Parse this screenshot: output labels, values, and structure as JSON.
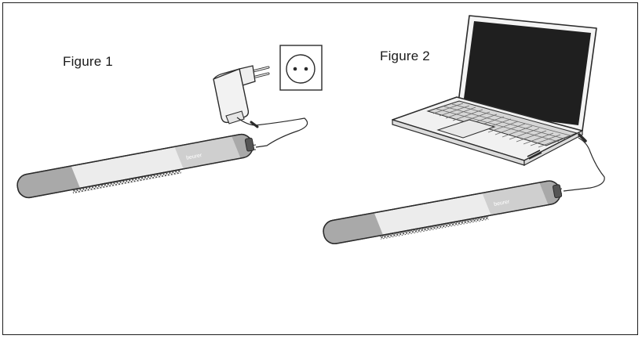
{
  "figure1": {
    "label": "Figure 1",
    "device_brand": "beurer"
  },
  "figure2": {
    "label": "Figure 2",
    "device_brand": "beurer"
  },
  "colors": {
    "outline": "#2a2a2a",
    "device_body": "#ececec",
    "device_band": "#a9a9a9",
    "device_band_light": "#cfcfcf",
    "screen": "#222222",
    "keyboard": "#d9d9d9"
  }
}
